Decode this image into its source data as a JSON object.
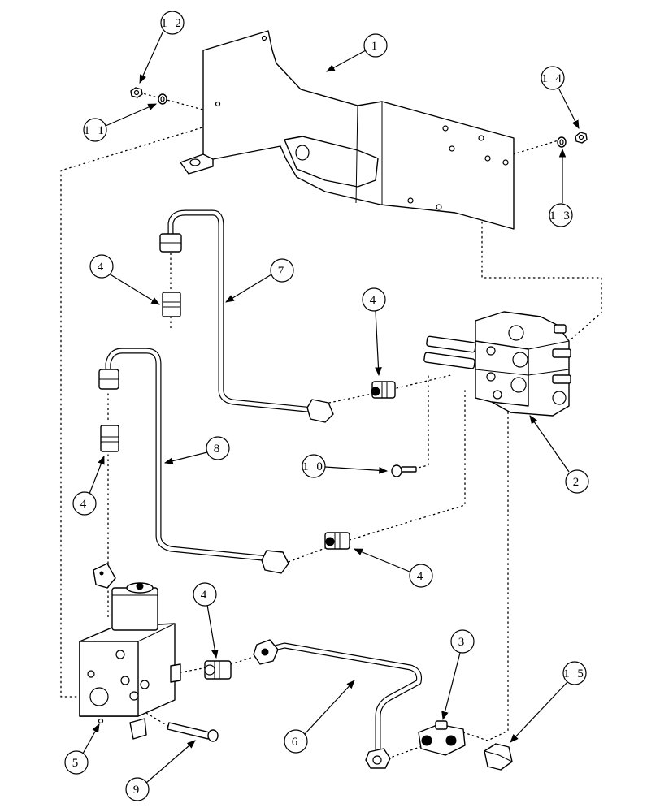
{
  "diagram": {
    "type": "exploded parts diagram",
    "colors": {
      "line": "#000000",
      "background": "#ffffff",
      "shading": "#d9d9d9"
    },
    "callouts": [
      {
        "label": "1"
      },
      {
        "label": "1 2"
      },
      {
        "label": "1 1"
      },
      {
        "label": "1 4"
      },
      {
        "label": "1 3"
      },
      {
        "label": "7"
      },
      {
        "label": "4"
      },
      {
        "label": "4"
      },
      {
        "label": "8"
      },
      {
        "label": "4"
      },
      {
        "label": "1 0"
      },
      {
        "label": "2"
      },
      {
        "label": "4"
      },
      {
        "label": "4"
      },
      {
        "label": "3"
      },
      {
        "label": "1 5"
      },
      {
        "label": "6"
      },
      {
        "label": "5"
      },
      {
        "label": "9"
      }
    ]
  }
}
